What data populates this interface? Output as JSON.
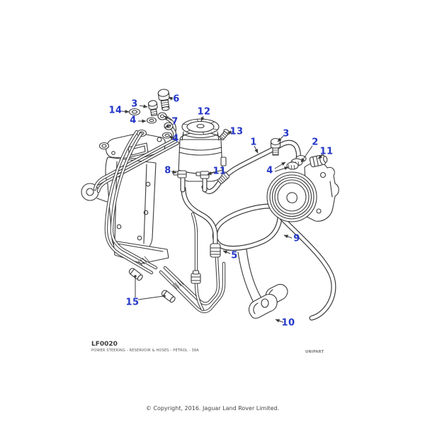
{
  "page": {
    "figure_code": "LF0020",
    "figure_title": "POWER STEERING - RESERVOIR & HOSES - PETROL - 38A",
    "brand_mark": "UNIPART",
    "copyright_line": "© Copyright, 2016. Jaguar Land Rover Limited."
  },
  "colors": {
    "background": "#ffffff",
    "drawing_line": "#3a3a3a",
    "callout": "#2336c8"
  },
  "callouts": [
    {
      "label": "3"
    },
    {
      "label": "14"
    },
    {
      "label": "4"
    },
    {
      "label": "6"
    },
    {
      "label": "7"
    },
    {
      "label": "4"
    },
    {
      "label": "12"
    },
    {
      "label": "13"
    },
    {
      "label": "1"
    },
    {
      "label": "3"
    },
    {
      "label": "2"
    },
    {
      "label": "11"
    },
    {
      "label": "4"
    },
    {
      "label": "8"
    },
    {
      "label": "11"
    },
    {
      "label": "5"
    },
    {
      "label": "9"
    },
    {
      "label": "15"
    },
    {
      "label": "10"
    }
  ]
}
